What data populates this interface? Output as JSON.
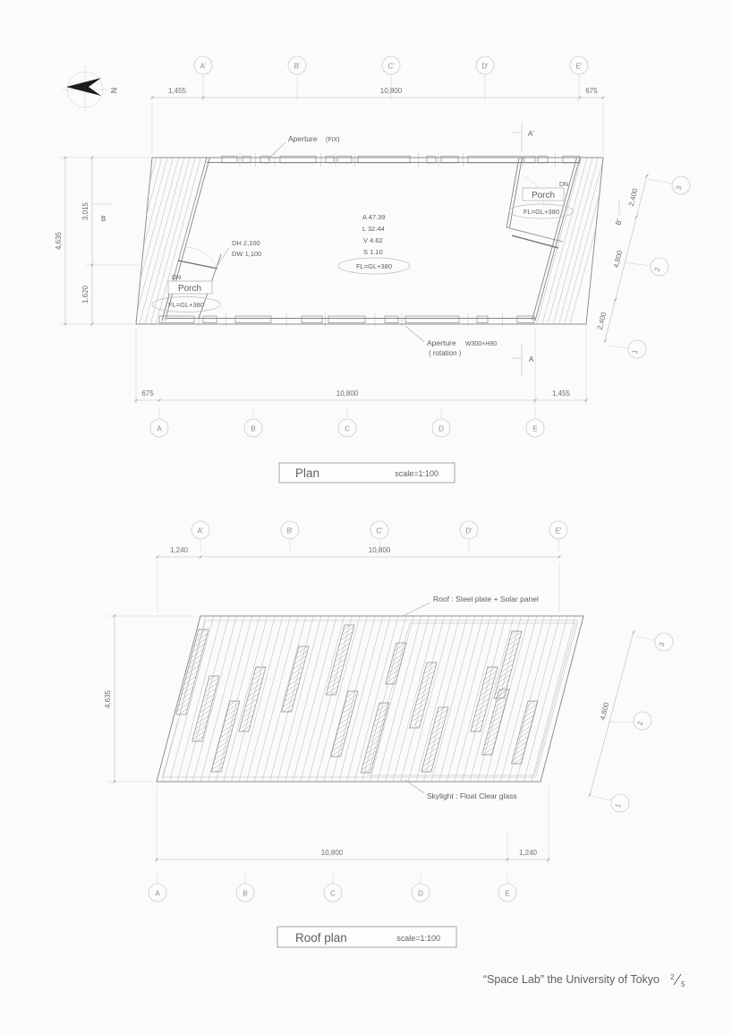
{
  "north": {
    "label": "N"
  },
  "plan": {
    "title": "Plan",
    "scale_note": "scale=1:100",
    "grid_top": [
      "A'",
      "B'",
      "C'",
      "D'",
      "E'"
    ],
    "grid_bottom": [
      "A",
      "B",
      "C",
      "D",
      "E"
    ],
    "grid_side": [
      "1",
      "2",
      "3"
    ],
    "dim_top": [
      "1,455",
      "10,800",
      "675"
    ],
    "dim_bottom": [
      "675",
      "10,800",
      "1,455"
    ],
    "dim_left_total": "4,635",
    "dim_left_upper": "3,015",
    "dim_left_lower": "1,620",
    "dim_right": [
      "2,400",
      "4,800",
      "2,400"
    ],
    "aperture_fix_label": "Aperture",
    "aperture_fix_type": "(FIX)",
    "aperture_rot_label": "Aperture",
    "aperture_rot_size": "W300×H90",
    "aperture_rot_type": "( rotation )",
    "door_height": "DH 2,100",
    "door_width": "DW 1,100",
    "dn_left": "DN",
    "dn_right": "DN",
    "porch_left": "Porch",
    "porch_right": "Porch",
    "fl_left": "FL=GL+380",
    "fl_right": "FL=GL+380",
    "fl_center": "FL=GL+380",
    "stats": [
      "A 47.39",
      "L 32.44",
      "V 4.62",
      "S 1.10"
    ],
    "section_a_top": "A'",
    "section_a_bottom": "A",
    "section_b_left": "B",
    "section_b_right": "B'"
  },
  "roof": {
    "title": "Roof plan",
    "scale_note": "scale=1:100",
    "grid_top": [
      "A'",
      "B'",
      "C'",
      "D'",
      "E'"
    ],
    "grid_bottom": [
      "A",
      "B",
      "C",
      "D",
      "E"
    ],
    "grid_side": [
      "1",
      "2",
      "3"
    ],
    "dim_top": [
      "1,240",
      "10,800"
    ],
    "dim_bottom": [
      "10,800",
      "1,240"
    ],
    "dim_left": "4,635",
    "dim_right": "4,800",
    "roof_note": "Roof : Steel plate + Solar panel",
    "skylight_note": "Skylight : Float Clear glass"
  },
  "footer": {
    "project_title": "“Space Lab” the University of Tokyo",
    "sheet_num": "2",
    "sheet_den": "5"
  }
}
